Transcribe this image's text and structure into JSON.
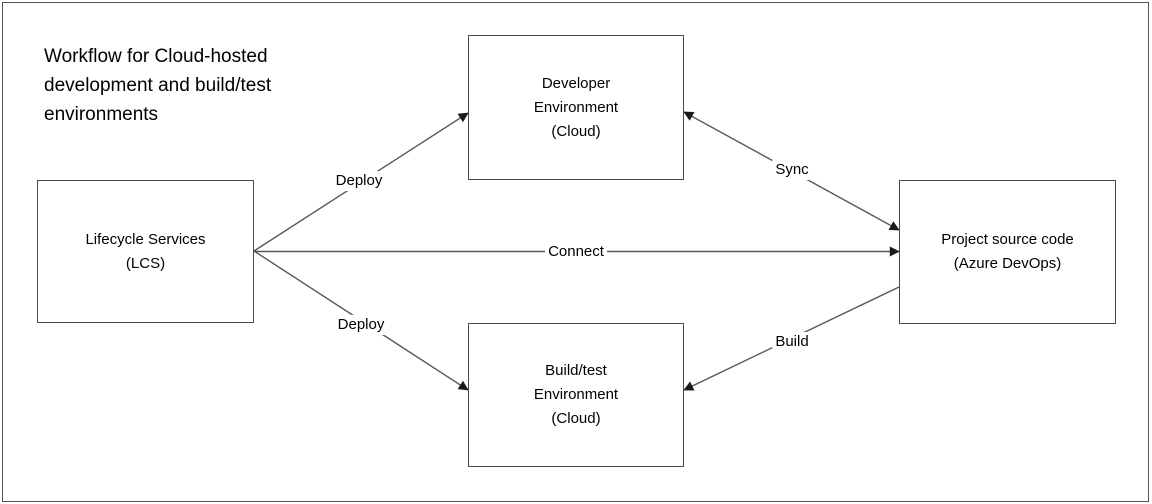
{
  "title": "Workflow for Cloud-hosted development and build/test environments",
  "nodes": {
    "lcs": {
      "line1": "Lifecycle Services",
      "line2": "(LCS)"
    },
    "dev": {
      "line1": "Developer",
      "line2": "Environment",
      "line3": "(Cloud)"
    },
    "buildtest": {
      "line1": "Build/test",
      "line2": "Environment",
      "line3": "(Cloud)"
    },
    "source": {
      "line1": "Project source code",
      "line2": "(Azure DevOps)"
    }
  },
  "edges": {
    "deploy_dev": {
      "label": "Deploy",
      "from": "lcs",
      "to": "dev",
      "direction": "one-way"
    },
    "connect": {
      "label": "Connect",
      "from": "lcs",
      "to": "source",
      "direction": "one-way"
    },
    "deploy_build": {
      "label": "Deploy",
      "from": "lcs",
      "to": "buildtest",
      "direction": "one-way"
    },
    "sync": {
      "label": "Sync",
      "from": "dev",
      "to": "source",
      "direction": "two-way"
    },
    "build": {
      "label": "Build",
      "from": "source",
      "to": "buildtest",
      "direction": "one-way"
    }
  },
  "colors": {
    "background": "#ffffff",
    "frame_border": "#555555",
    "box_border": "#4a4a4a",
    "line": "#595959",
    "arrow": "#1a1a1a",
    "text": "#000000"
  }
}
